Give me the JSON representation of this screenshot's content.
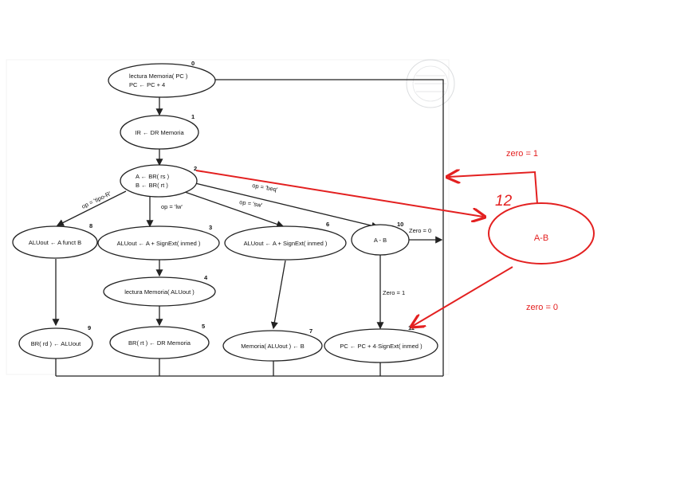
{
  "states": [
    {
      "id": "s0",
      "num": "0",
      "lines": [
        "lectura Memoria( PC )",
        "PC ← PC + 4"
      ]
    },
    {
      "id": "s1",
      "num": "1",
      "lines": [
        "IR ← DR Memoria"
      ]
    },
    {
      "id": "s2",
      "num": "2",
      "lines": [
        "A ← BR( rs )",
        "B ← BR( rt )"
      ]
    },
    {
      "id": "s8",
      "num": "8",
      "lines": [
        "ALUout ← A funct B"
      ]
    },
    {
      "id": "s3",
      "num": "3",
      "lines": [
        "ALUout ← A + SignExt( inmed )"
      ]
    },
    {
      "id": "s6",
      "num": "6",
      "lines": [
        "ALUout ← A + SignExt( inmed )"
      ]
    },
    {
      "id": "s10",
      "num": "10",
      "lines": [
        "A - B"
      ]
    },
    {
      "id": "s4",
      "num": "4",
      "lines": [
        "lectura Memoria( ALUout )"
      ]
    },
    {
      "id": "s9",
      "num": "9",
      "lines": [
        "BR( rd ) ← ALUout"
      ]
    },
    {
      "id": "s5",
      "num": "5",
      "lines": [
        "BR( rt ) ← DR Memoria"
      ]
    },
    {
      "id": "s7",
      "num": "7",
      "lines": [
        "Memoria( ALUout ) ← B"
      ]
    },
    {
      "id": "s11",
      "num": "11",
      "lines": [
        "PC ← PC + 4·SignExt( inmed )"
      ]
    }
  ],
  "edge_labels": {
    "tipo_r": "op = 'tipo-R'",
    "lw": "op = 'lw'",
    "sw": "op = 'sw'",
    "beq": "op = 'beq'",
    "zero0": "Zero = 0",
    "zero1": "Zero = 1"
  },
  "annotation": {
    "ellipse_label": "A-B",
    "number": "12",
    "zero1": "zero = 1",
    "zero0": "zero = 0",
    "color": "#e32020"
  }
}
